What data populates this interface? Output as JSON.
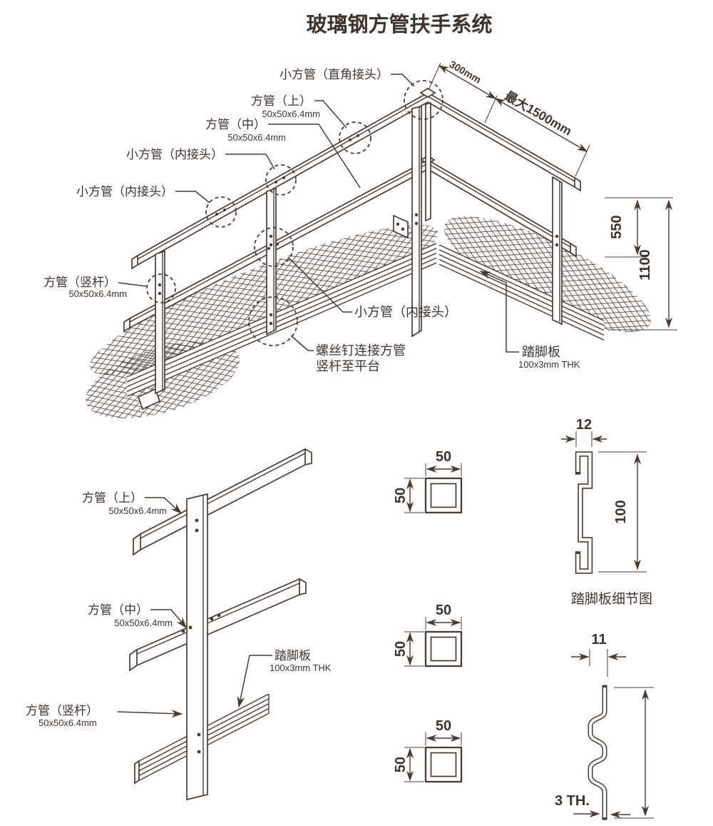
{
  "title": "玻璃钢方管扶手系统",
  "colors": {
    "line": "#4a3b32",
    "text": "#3f332c",
    "background": "#ffffff"
  },
  "main_diagram": {
    "labels": {
      "corner_joint": "小方管（直角接头）",
      "top_rail": "方管（上）",
      "top_rail_spec": "50x50x6.4mm",
      "mid_rail": "方管（中）",
      "mid_rail_spec": "50x50x6.4mm",
      "inner_joint_upper": "小方管（内接头）",
      "inner_joint_lower": "小方管（内接头）",
      "inner_joint_mid": "小方管（内接头）",
      "post": "方管（竖杆）",
      "post_spec": "50x50x6.4mm",
      "screw_note_line1": "螺丝钉连接方管",
      "screw_note_line2": "竖杆至平台",
      "kickplate": "踏脚板",
      "kickplate_spec": "100x3mm THK"
    },
    "dimensions": {
      "corner_offset": "300mm",
      "max_span": "最大1500mm",
      "mid_rail_height": "550",
      "total_height": "1100"
    }
  },
  "post_detail": {
    "labels": {
      "top_rail": "方管（上）",
      "top_rail_spec": "50x50x6.4mm",
      "mid_rail": "方管（中）",
      "mid_rail_spec": "50x50x6.4mm",
      "kickplate": "踏脚板",
      "kickplate_spec": "100x3mm THK",
      "post": "方管（竖杆）",
      "post_spec": "50x50x6.4mm"
    }
  },
  "cross_sections": {
    "items": [
      {
        "width": "50",
        "height": "50"
      },
      {
        "width": "50",
        "height": "50"
      },
      {
        "width": "50",
        "height": "50"
      }
    ]
  },
  "kickplate_detail": {
    "caption": "踏脚板细节图",
    "width": "12",
    "height": "100"
  },
  "kickplate_section": {
    "wave_depth": "11",
    "thickness": "3 TH."
  }
}
